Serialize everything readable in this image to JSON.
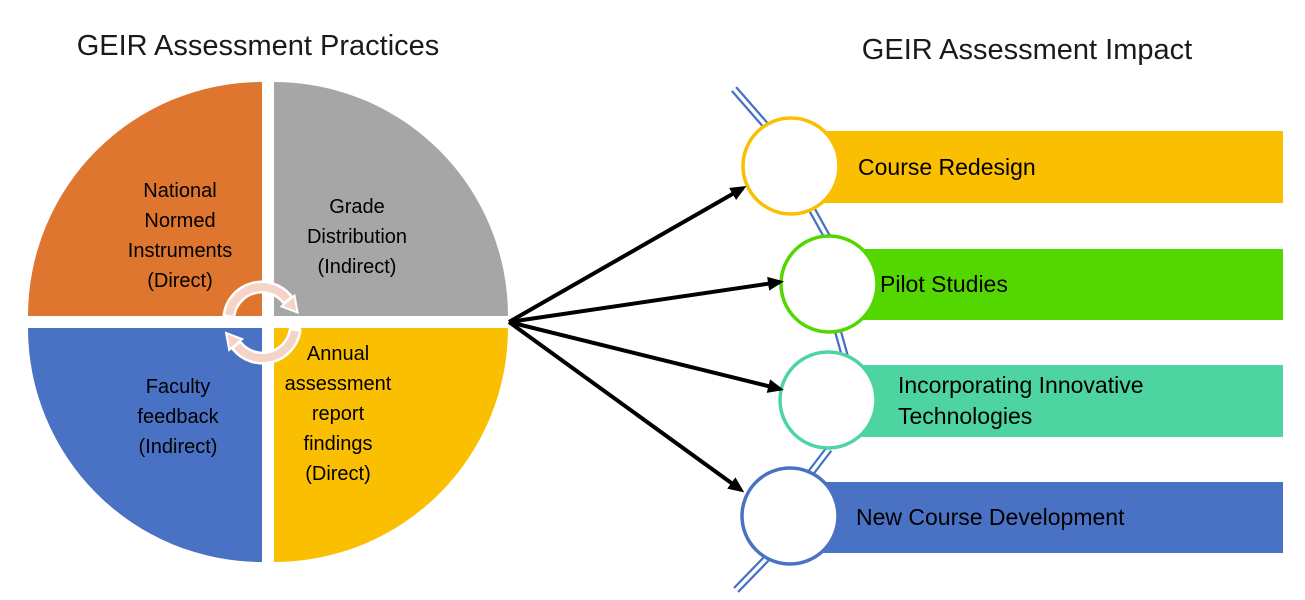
{
  "left_panel": {
    "title": "GEIR Assessment Practices",
    "quadrants": [
      {
        "name": "national-normed-instruments",
        "label": "National\nNormed\nInstruments\n(Direct)",
        "color": "#DE7630"
      },
      {
        "name": "grade-distribution",
        "label": "Grade\nDistribution\n(Indirect)",
        "color": "#A6A6A6"
      },
      {
        "name": "faculty-feedback",
        "label": "Faculty\nfeedback\n(Indirect)",
        "color": "#4A72C4"
      },
      {
        "name": "annual-assessment-report",
        "label": "Annual\nassessment\nreport\nfindings\n(Direct)",
        "color": "#FABF00"
      }
    ],
    "center_icon": "cycle-arrows",
    "cycle_arrow_color": "#F5D3C6"
  },
  "right_panel": {
    "title": "GEIR Assessment Impact",
    "items": [
      {
        "label": "Course Redesign",
        "color": "#FABF00"
      },
      {
        "label": "Pilot Studies",
        "color": "#54D600"
      },
      {
        "label": "Incorporating Innovative Technologies",
        "color": "#4ED4A1"
      },
      {
        "label": "New Course Development",
        "color": "#4A72C4"
      }
    ],
    "string_color": "#4472C4"
  },
  "connectors": {
    "color": "#000000",
    "count": 4
  }
}
